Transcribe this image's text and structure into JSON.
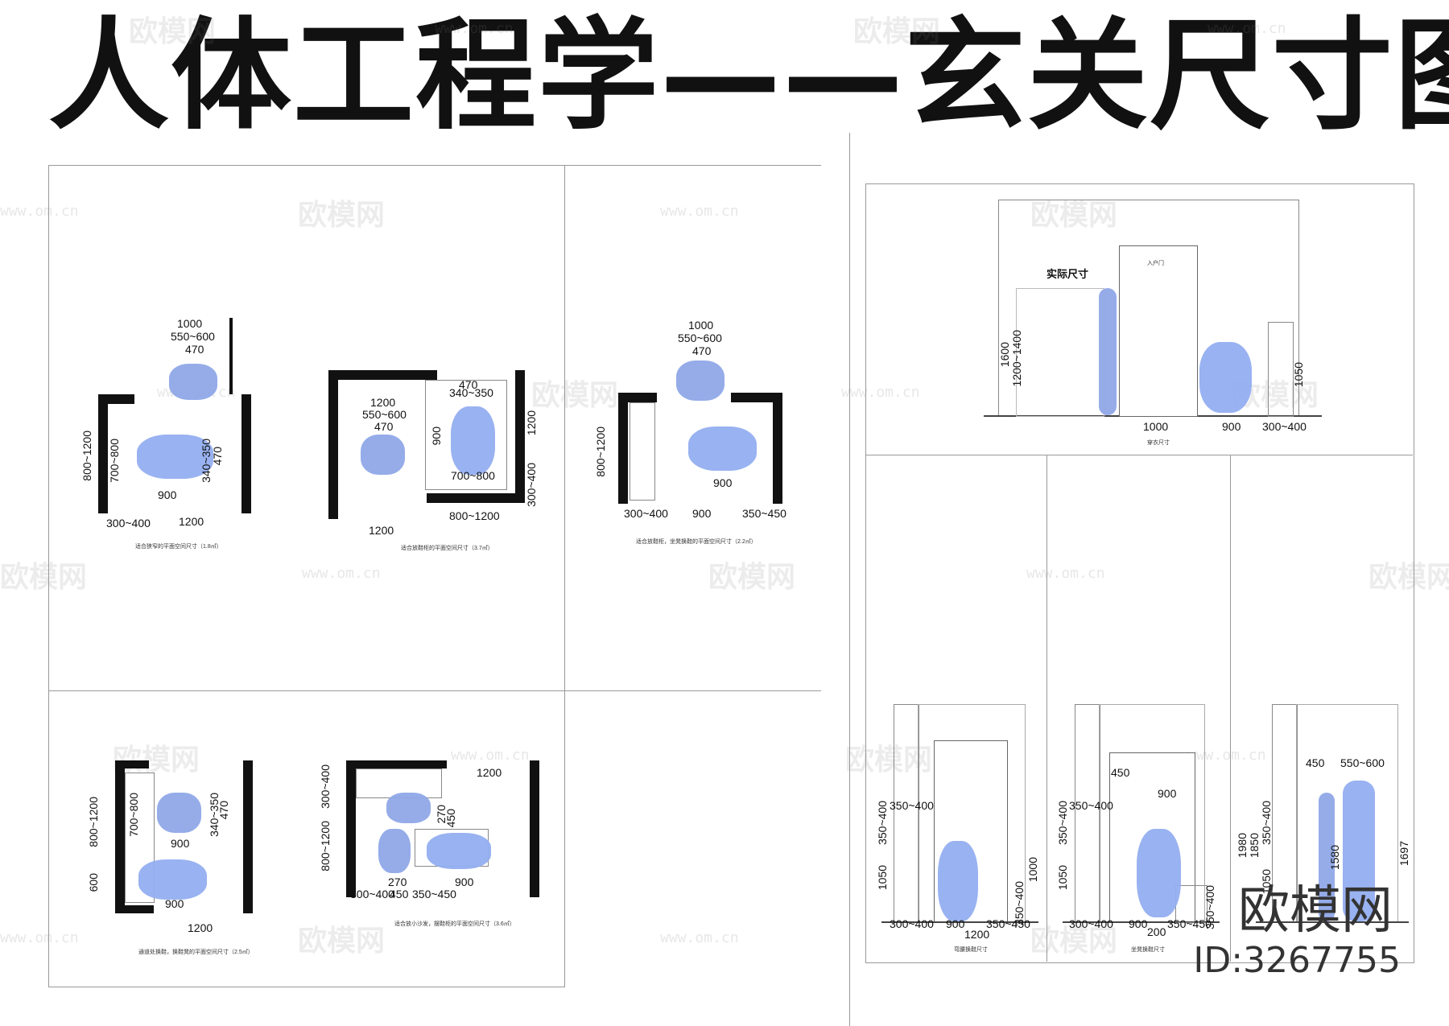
{
  "title": "人体工程学——玄关尺寸图",
  "watermark": {
    "brand": "欧模网",
    "url": "www.om.cn"
  },
  "brand_stamp": {
    "name": "欧模网",
    "id": "ID:3267755"
  },
  "plan1": {
    "d1000": "1000",
    "d550_600": "550~600",
    "d470": "470",
    "d800_1200": "800~1200",
    "d700_800": "700~800",
    "d340_350": "340~350",
    "d470b": "470",
    "d900": "900",
    "d1200": "1200",
    "d300_400": "300~400",
    "cap": "适合狭窄的平面空间尺寸（1.8㎡）"
  },
  "plan2": {
    "d1200a": "1200",
    "d550_600": "550~600",
    "d470": "470",
    "d470b": "470",
    "d340_350": "340~350",
    "d900": "900",
    "d1200b": "1200",
    "d700_800": "700~800",
    "d300_400": "300~400",
    "d800_1200": "800~1200",
    "d1200c": "1200",
    "cap": "适合放鞋柜的平面空间尺寸（3.7㎡）"
  },
  "plan3": {
    "d1000": "1000",
    "d550_600": "550~600",
    "d470": "470",
    "d800_1200": "800~1200",
    "d900a": "900",
    "d300_400": "300~400",
    "d900b": "900",
    "d350_450": "350~450",
    "cap": "适合放鞋柜，坐凳换鞋的平面空间尺寸（2.2㎡）"
  },
  "plan4": {
    "d800_1200": "800~1200",
    "d700_800": "700~800",
    "d340_350": "340~350",
    "d470": "470",
    "d900a": "900",
    "d600": "600",
    "d900b": "900",
    "d1200": "1200",
    "cap": "通道处换鞋，换鞋凳的平面空间尺寸（2.5㎡）"
  },
  "plan5": {
    "d300_400a": "300~400",
    "d1200": "1200",
    "d800_1200": "800~1200",
    "d270a": "270",
    "d450a": "450",
    "d270b": "270",
    "d900": "900",
    "d300_400b": "300~400",
    "d450b": "450",
    "d350_450": "350~450",
    "cap": "适合放小沙发，摆鞋柜的平面空间尺寸（3.6㎡）"
  },
  "elev1": {
    "heading": "实际尺寸",
    "door": "入户门",
    "d1600": "1600",
    "d1200_1400": "1200~1400",
    "d1050": "1050",
    "d1000": "1000",
    "d900": "900",
    "d300_400": "300~400",
    "cap": "穿衣尺寸"
  },
  "elev2": {
    "d350_400a": "350~400",
    "d350_400b": "350~400",
    "d1050": "1050",
    "d300_400": "300~400",
    "d900": "900",
    "d1200": "1200",
    "d350_450": "350~450",
    "d1000": "1000",
    "d350_400c": "350~400",
    "cap": "弯腰换鞋尺寸"
  },
  "elev3": {
    "d450": "450",
    "d900": "900",
    "d350_400a": "350~400",
    "d350_400b": "350~400",
    "d1050": "1050",
    "d300_400": "300~400",
    "d900b": "900",
    "d200": "200",
    "d350_450": "350~450",
    "d350_400c": "350~400",
    "cap": "坐凳换鞋尺寸"
  },
  "elev4": {
    "d450": "450",
    "d550_600": "550~600",
    "d1980": "1980",
    "d1850": "1850",
    "d350_400": "350~400",
    "d1580": "1580",
    "d1697": "1697",
    "d1050": "1050"
  }
}
